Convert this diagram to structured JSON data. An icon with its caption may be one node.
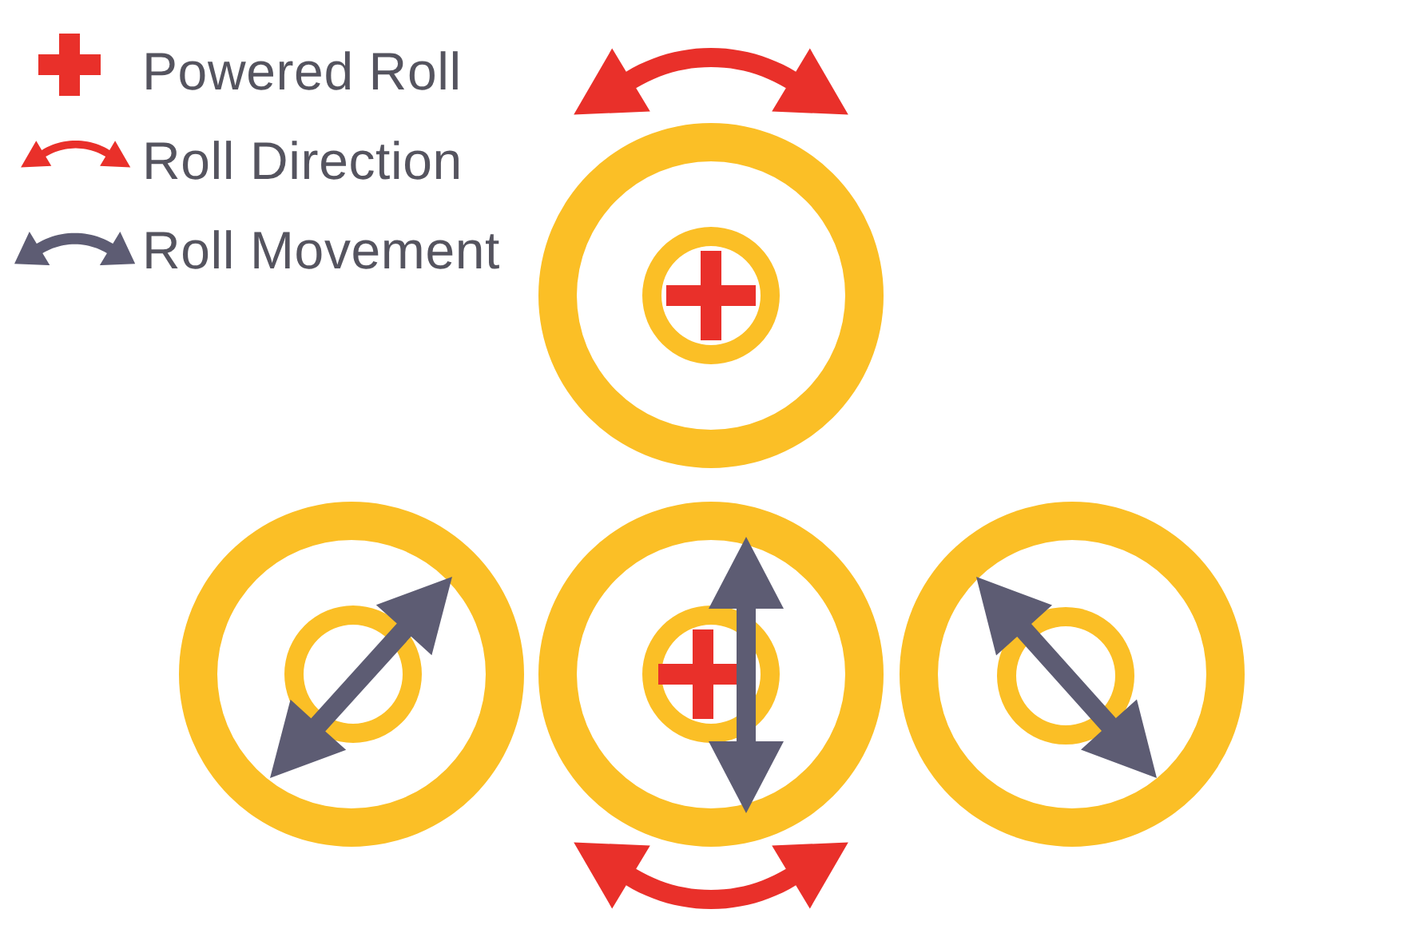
{
  "diagram": {
    "nodes": [
      {
        "text": [],
        "shape": "circle"
      },
      {
        "text": [],
        "shape": "circle"
      },
      {
        "text": [],
        "shape": "circle"
      },
      {
        "text": [],
        "shape": "circle"
      }
    ],
    "legend": [
      {
        "text": "Powered Roll"
      },
      {
        "text": "Roll Direction"
      },
      {
        "text": "Roll Movement"
      }
    ]
  }
}
